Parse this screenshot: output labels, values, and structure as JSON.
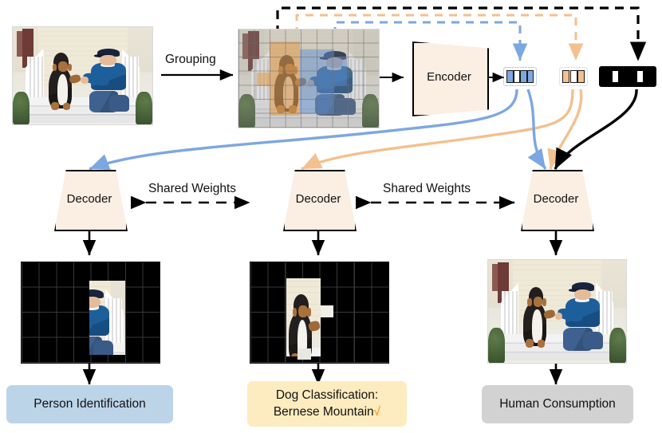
{
  "diagram": {
    "title": "Token grouping encoder-decoder pipeline",
    "colors": {
      "blue": "#7da7e0",
      "orange": "#f3c08e",
      "black": "#000000",
      "shape_fill": "#fbeee3",
      "label_blue": "#bcd4e8",
      "label_yellow": "#fdecc0",
      "label_gray": "#d2d2d2",
      "check": "#f0a830"
    },
    "steps": {
      "grouping_label": "Grouping",
      "encoder_label": "Encoder",
      "decoder_label": "Decoder",
      "shared_weights_label": "Shared Weights"
    },
    "decoders": [
      {
        "id": "decoder-left",
        "label": "Decoder"
      },
      {
        "id": "decoder-middle",
        "label": "Decoder"
      },
      {
        "id": "decoder-right",
        "label": "Decoder"
      }
    ],
    "shared_weights": [
      {
        "id": "shared-weights-left",
        "label": "Shared Weights"
      },
      {
        "id": "shared-weights-right",
        "label": "Shared Weights"
      }
    ],
    "token_groups": [
      {
        "id": "token-group-person",
        "color": "#7da7e0",
        "cells": [
          "filled",
          "empty",
          "filled",
          "filled"
        ]
      },
      {
        "id": "token-group-dog",
        "color": "#f3c08e",
        "cells": [
          "filled",
          "empty",
          "filled"
        ]
      },
      {
        "id": "token-group-full",
        "color": "#000000",
        "cells": [
          "filled",
          "empty",
          "filled",
          "filled",
          "empty",
          "filled"
        ]
      }
    ],
    "images": {
      "input_photo": "man-and-bernese-mountain-dog-on-porch",
      "grouped_photo": "same-photo-with-patch-grid-and-two-highlighted-groups",
      "person_reconstruction": "black-canvas-with-person-patches",
      "dog_reconstruction": "black-canvas-with-dog-patches",
      "full_reconstruction": "full-photo-reconstruction"
    },
    "outputs": [
      {
        "id": "output-person",
        "lines": [
          "Person Identification"
        ],
        "check": "",
        "color": "#bcd4e8"
      },
      {
        "id": "output-dog",
        "lines": [
          "Dog Classification:",
          "Bernese Mountain"
        ],
        "check": "√",
        "color": "#fdecc0"
      },
      {
        "id": "output-human",
        "lines": [
          "Human Consumption"
        ],
        "check": "",
        "color": "#d2d2d2"
      }
    ]
  }
}
